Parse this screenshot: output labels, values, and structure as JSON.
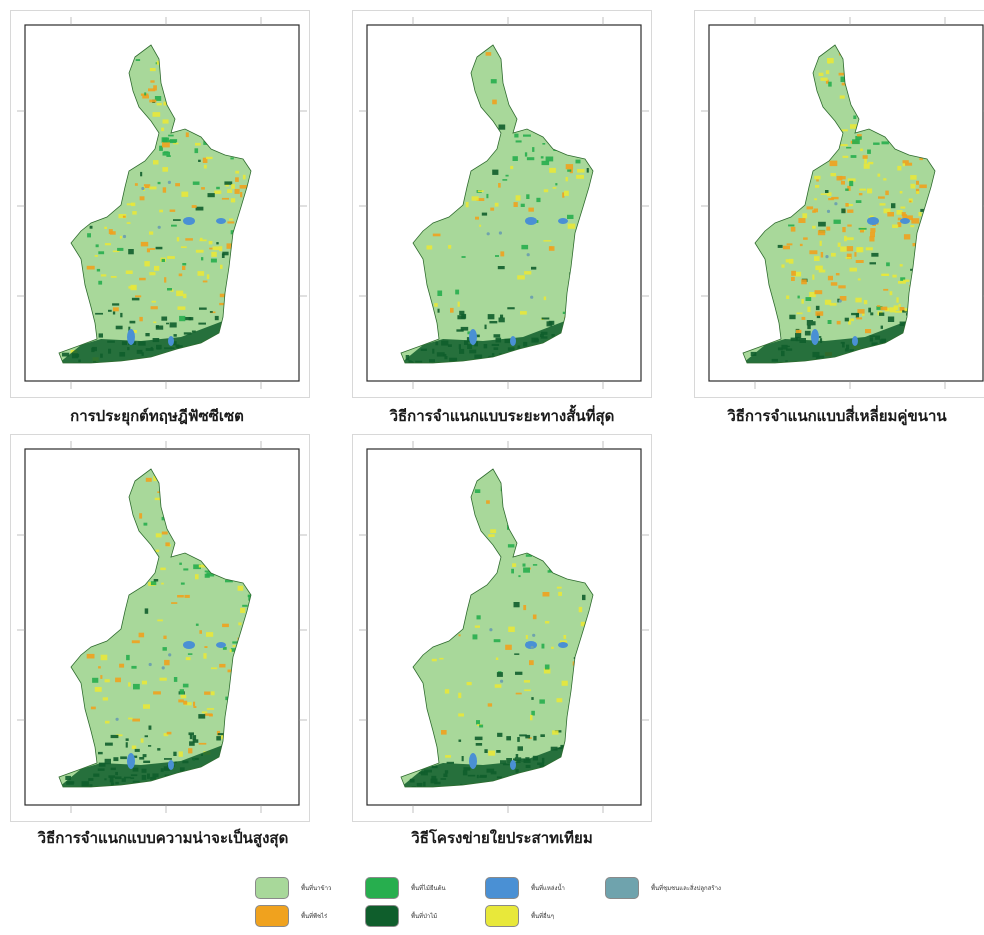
{
  "panels": [
    {
      "caption": "การประยุกต์ทฤษฎีฟัซซีเซต",
      "light": 0.7,
      "yellow": 0.2,
      "orange": 0.14
    },
    {
      "caption": "วิธีการจำแนกแบบระยะทางสั้นที่สุด",
      "light": 0.85,
      "yellow": 0.06,
      "orange": 0.03
    },
    {
      "caption": "วิธีการจำแนกแบบสี่เหลี่ยมคู่ขนาน",
      "light": 0.52,
      "yellow": 0.26,
      "orange": 0.28
    },
    {
      "caption": "วิธีการจำแนกแบบความน่าจะเป็นสูงสุด",
      "light": 0.74,
      "yellow": 0.12,
      "orange": 0.1
    },
    {
      "caption": "วิธีโครงข่ายใยประสาทเทียม",
      "light": 0.8,
      "yellow": 0.1,
      "orange": 0.06
    }
  ],
  "legend": [
    {
      "label": "พื้นที่นาข้าว",
      "color": "#a8d89a"
    },
    {
      "label": "พื้นที่ไม้ยืนต้น",
      "color": "#27ae4e"
    },
    {
      "label": "พื้นที่แหล่งน้ำ",
      "color": "#4a90d4"
    },
    {
      "label": "พื้นที่ชุมชนและสิ่งปลูกสร้าง",
      "color": "#6fa3ad"
    },
    {
      "label": "พื้นที่พืชไร่",
      "color": "#f0a21e"
    },
    {
      "label": "พื้นที่ป่าไม้",
      "color": "#0f5e2c"
    },
    {
      "label": "พื้นที่อื่นๆ",
      "color": "#e8e83a"
    }
  ]
}
